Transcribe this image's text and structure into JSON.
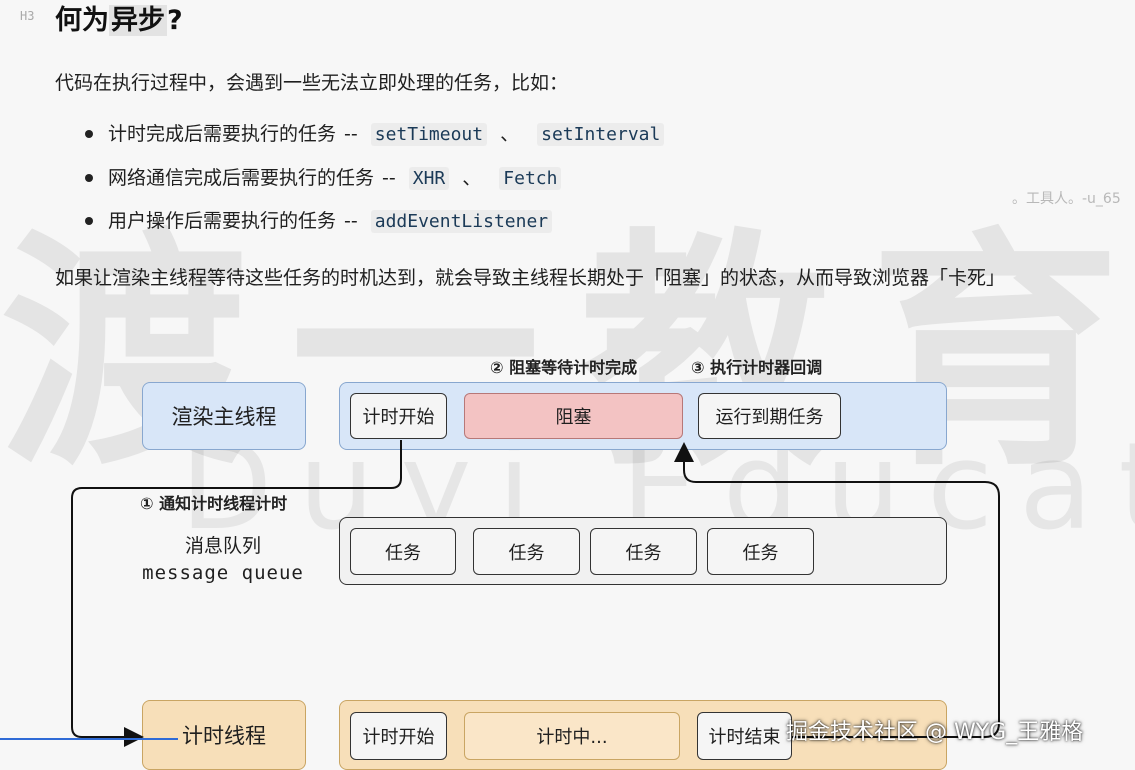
{
  "heading": {
    "tag": "H3",
    "title_prefix": "何为",
    "title_highlight": "异步",
    "title_suffix": "?"
  },
  "intro": "代码在执行过程中，会遇到一些无法立即处理的任务，比如：",
  "bullets": [
    {
      "text": "计时完成后需要执行的任务",
      "dash": "--",
      "codes": [
        "setTimeout",
        "setInterval"
      ],
      "separator": "、"
    },
    {
      "text": "网络通信完成后需要执行的任务",
      "dash": "--",
      "codes": [
        "XHR",
        "Fetch"
      ],
      "separator": "、"
    },
    {
      "text": "用户操作后需要执行的任务",
      "dash": "--",
      "codes": [
        "addEventListener"
      ],
      "separator": ""
    }
  ],
  "paragraph": "如果让渲染主线程等待这些任务的时机达到，就会导致主线程长期处于「阻塞」的状态，从而导致浏览器「卡死」",
  "side_note": "。工具人。-u_65",
  "diagram": {
    "step2": "② 阻塞等待计时完成",
    "step3": "③ 执行计时器回调",
    "step1": "① 通知计时线程计时",
    "main_thread": {
      "label": "渲染主线程",
      "start": "计时开始",
      "block": "阻塞",
      "run": "运行到期任务"
    },
    "message_queue": {
      "label_cn": "消息队列",
      "label_en": "message queue",
      "tasks": [
        "任务",
        "任务",
        "任务",
        "任务"
      ]
    },
    "timer_thread": {
      "label": "计时线程",
      "start": "计时开始",
      "timing": "计时中...",
      "end": "计时结束"
    },
    "colors": {
      "blue": "#d8e6f8",
      "red_block": "#f3c3c3",
      "orange": "#f7dfb9"
    }
  },
  "watermarks": {
    "brand_cn": "渡一教育",
    "brand_en": "Duyi Education",
    "footer": "掘金技术社区 @ WYG_王雅格"
  }
}
